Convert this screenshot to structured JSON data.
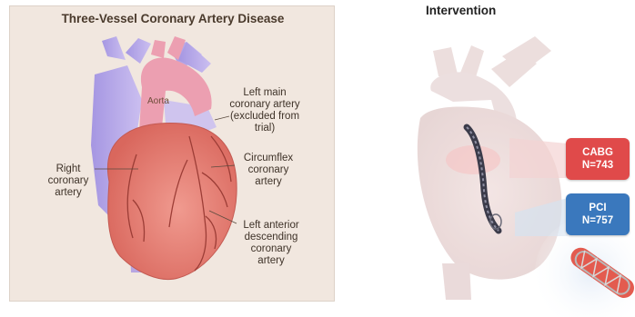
{
  "left_panel": {
    "title": "Three-Vessel Coronary Artery Disease",
    "labels": {
      "aorta": "Aorta",
      "left_main": [
        "Left main",
        "coronary artery",
        "(excluded from",
        "trial)"
      ],
      "right_coronary": [
        "Right",
        "coronary",
        "artery"
      ],
      "circumflex": [
        "Circumflex",
        "coronary",
        "artery"
      ],
      "lad": [
        "Left anterior",
        "descending",
        "coronary",
        "artery"
      ]
    }
  },
  "right_panel": {
    "title": "Intervention",
    "cabg": {
      "name": "CABG",
      "count": "N=743"
    },
    "pci": {
      "name": "PCI",
      "count": "N=757"
    }
  },
  "colors": {
    "panel_bg": "#f1e7df",
    "vein": "#b9a9e6",
    "heart": "#e8837a",
    "cabg_badge": "#e04a4a",
    "pci_badge": "#3a78bd"
  },
  "icons": [
    "heart-illustration",
    "bypass-graft-icon",
    "stent-icon"
  ]
}
